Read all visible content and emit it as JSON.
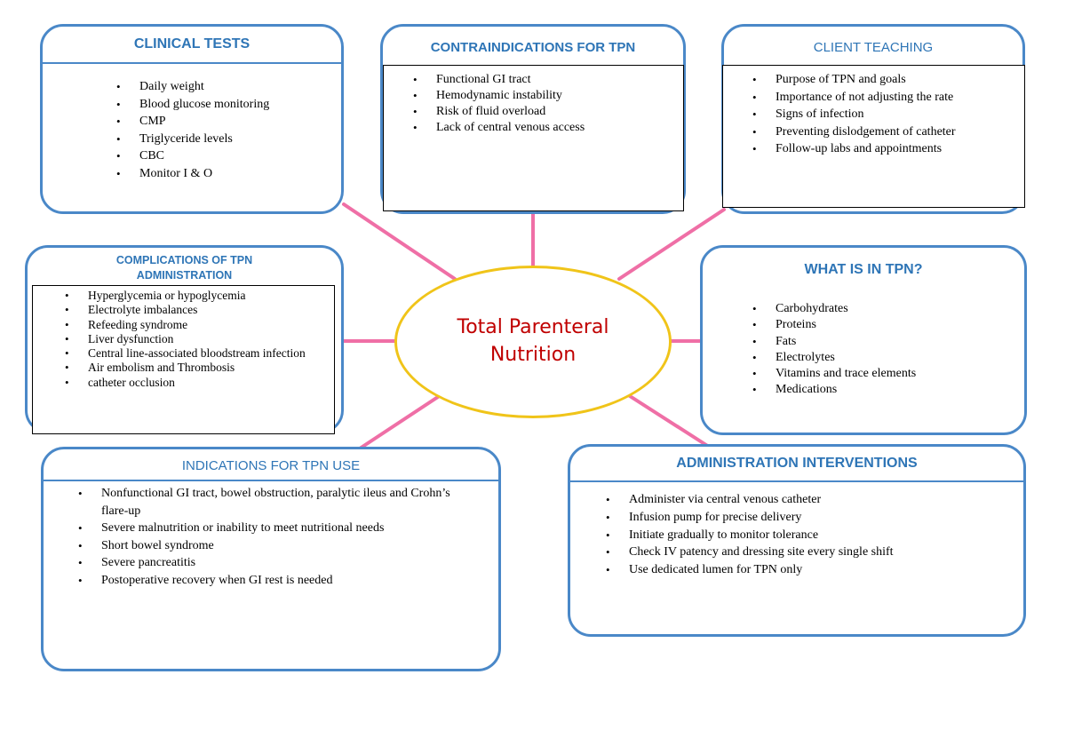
{
  "center_label": "Total Parenteral Nutrition",
  "colors": {
    "box_border": "#4a88c8",
    "title": "#2e75b6",
    "connector": "#ef6fa6",
    "ellipse_border": "#f0c419",
    "center_text": "#c00000"
  },
  "boxes": {
    "clinical_tests": {
      "title": "CLINICAL TESTS",
      "items": [
        "Daily weight",
        "Blood glucose monitoring",
        "CMP",
        "Triglyceride levels",
        " CBC",
        "Monitor I & O"
      ]
    },
    "contraindications": {
      "title": "CONTRAINDICATIONS FOR TPN",
      "items": [
        "Functional GI tract",
        "Hemodynamic instability",
        "Risk of fluid overload",
        "Lack of central venous access"
      ]
    },
    "client_teaching": {
      "title": "CLIENT TEACHING",
      "items": [
        "Purpose of TPN and goals",
        "Importance of not adjusting the rate",
        "Signs of infection",
        "Preventing dislodgement of catheter",
        "Follow-up labs and appointments"
      ]
    },
    "complications": {
      "title": "COMPLICATIONS OF TPN ADMINISTRATION",
      "items": [
        "Hyperglycemia or hypoglycemia",
        "Electrolyte imbalances",
        "Refeeding syndrome",
        "Liver dysfunction",
        " Central line-associated bloodstream infection",
        "Air embolism and Thrombosis",
        "catheter occlusion"
      ]
    },
    "what_is_in_tpn": {
      "title": "WHAT IS IN TPN?",
      "items": [
        "Carbohydrates",
        " Proteins",
        " Fats",
        "Electrolytes",
        "Vitamins and trace elements",
        "Medications"
      ]
    },
    "indications": {
      "title": "INDICATIONS FOR TPN USE",
      "items": [
        "Nonfunctional GI tract, bowel obstruction, paralytic ileus and Crohn’s flare-up",
        "Severe malnutrition or inability to meet nutritional needs",
        "Short bowel syndrome",
        "Severe pancreatitis",
        "Postoperative recovery when GI rest is needed"
      ]
    },
    "administration": {
      "title": "ADMINISTRATION INTERVENTIONS",
      "items": [
        "Administer via central venous catheter",
        "Infusion pump for precise delivery",
        "Initiate gradually to monitor tolerance",
        "Check IV patency and dressing site every single shift",
        "Use dedicated lumen for TPN only"
      ]
    }
  }
}
